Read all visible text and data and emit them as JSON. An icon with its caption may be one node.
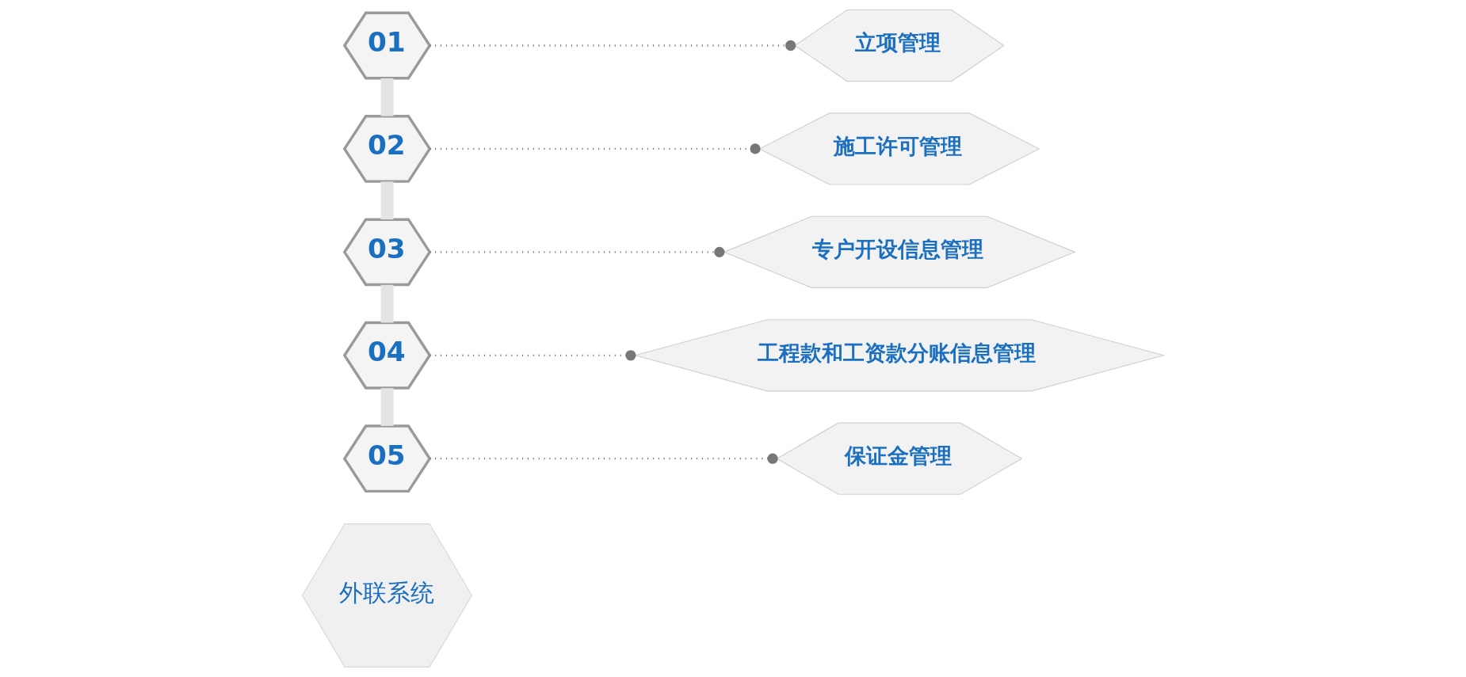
{
  "diagram": {
    "nodes": [
      {
        "text": [
          "外联系统"
        ]
      },
      {
        "text": [
          "01"
        ]
      },
      {
        "text": [
          "02"
        ]
      },
      {
        "text": [
          "03"
        ]
      },
      {
        "text": [
          "04"
        ]
      },
      {
        "text": [
          "05"
        ]
      },
      {
        "text": [
          "立项管理"
        ]
      },
      {
        "text": [
          "施工许可管理"
        ]
      },
      {
        "text": [
          "专户开设信息管理"
        ]
      },
      {
        "text": [
          "工程款和工资款分账信息管理"
        ]
      },
      {
        "text": [
          "保证金管理"
        ]
      }
    ],
    "edges": [
      {
        "from": 1,
        "to": 2,
        "arrow": "none",
        "style": "thick",
        "color": "#e4e4e4"
      },
      {
        "from": 2,
        "to": 3,
        "arrow": "none",
        "style": "thick",
        "color": "#e4e4e4"
      },
      {
        "from": 3,
        "to": 4,
        "arrow": "none",
        "style": "thick",
        "color": "#e4e4e4"
      },
      {
        "from": 4,
        "to": 5,
        "arrow": "none",
        "style": "thick",
        "color": "#e4e4e4"
      },
      {
        "from": 1,
        "to": 6,
        "arrow": "other",
        "style": "dashed"
      },
      {
        "from": 2,
        "to": 7,
        "arrow": "other",
        "style": "dashed"
      },
      {
        "from": 3,
        "to": 8,
        "arrow": "other",
        "style": "dashed"
      },
      {
        "from": 4,
        "to": 9,
        "arrow": "other",
        "style": "dashed"
      },
      {
        "from": 5,
        "to": 10,
        "arrow": "other",
        "style": "dashed"
      }
    ]
  }
}
